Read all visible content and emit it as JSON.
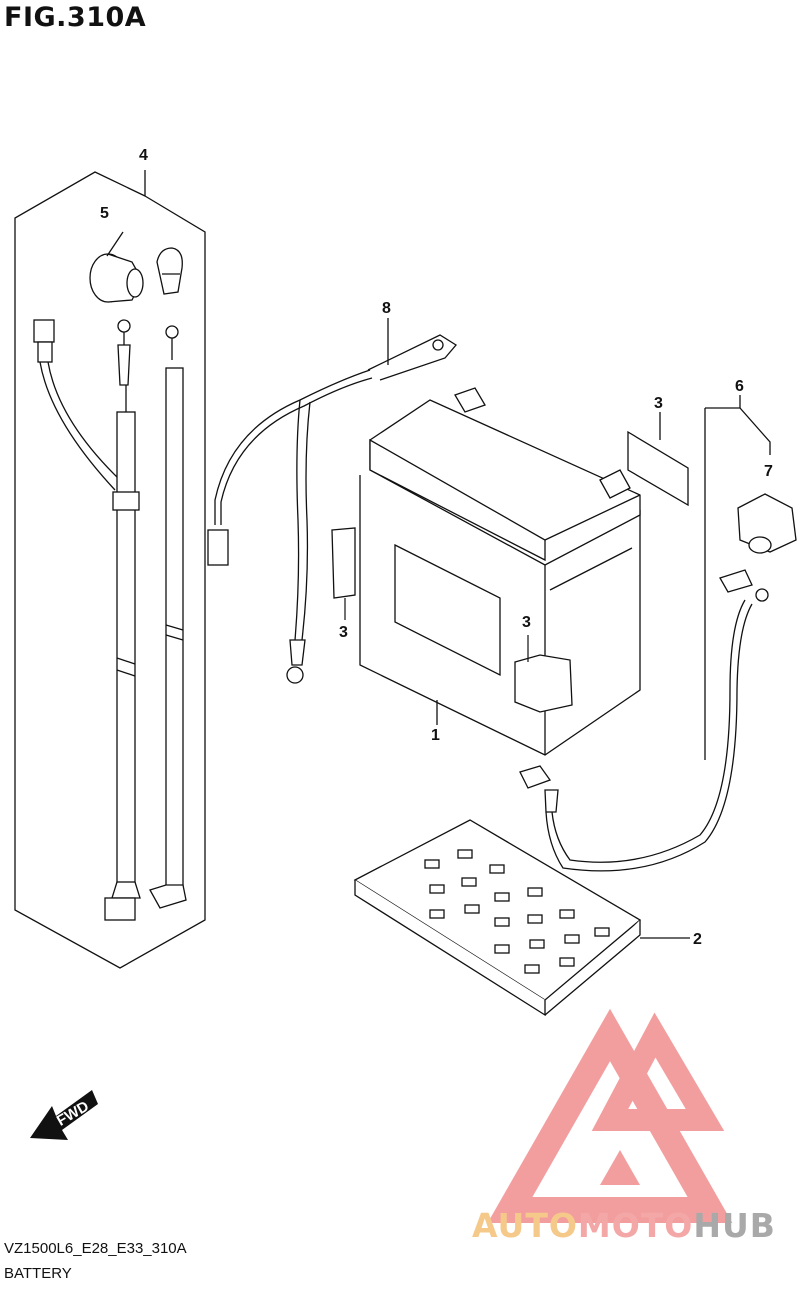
{
  "figure": {
    "title": "FIG.310A"
  },
  "callouts": {
    "c1": "1",
    "c2": "2",
    "c3a": "3",
    "c3b": "3",
    "c3c": "3",
    "c4": "4",
    "c5": "5",
    "c6": "6",
    "c7": "7",
    "c8": "8"
  },
  "fwd_label": "FWD",
  "footer": {
    "code": "VZ1500L6_E28_E33_310A",
    "caption": "BATTERY"
  },
  "watermark": {
    "part1": "AUTO",
    "part2": "MOTO",
    "part3": "HUB",
    "colors": {
      "auto": "#f5c98a",
      "moto": "#f3a7a7",
      "hub": "#a9a9a9"
    }
  }
}
